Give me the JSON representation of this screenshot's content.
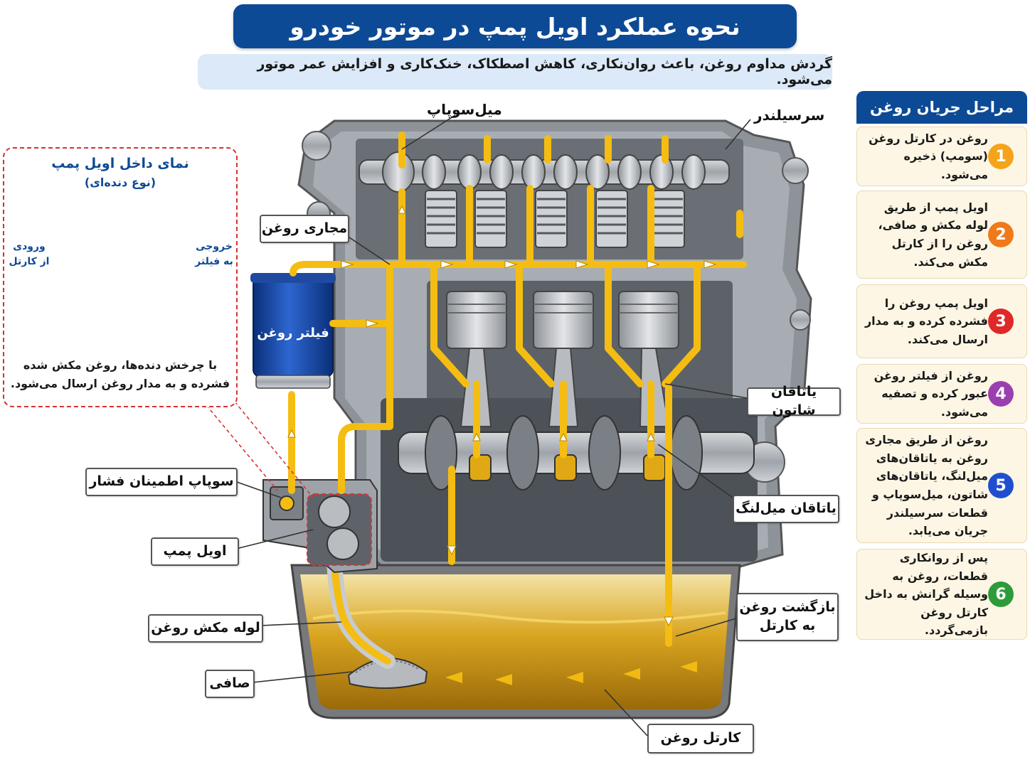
{
  "header": {
    "title": "نحوه عملکرد اویل پمپ در موتور خودرو",
    "subtitle": "گردش مداوم روغن، باعث روان‌نکاری، کاهش اصطکاک، خنک‌کاری و افزایش عمر موتور می‌شود."
  },
  "labels": {
    "camshaft": "میل‌سوپاپ",
    "cylinder_head": "سرسیلندر",
    "oil_gallery": "مجاری روغن",
    "oil_filter": "فیلتر روغن",
    "rod_bearing": "یاتاقان شاتون",
    "pressure_valve": "سوپاپ اطمینان فشار",
    "main_bearing": "یاتاقان میل‌لنگ",
    "oil_pump": "اویل پمپ",
    "return_line1": "بازگشت روغن",
    "return_line2": "به کارتل",
    "pickup_tube": "لوله مکش روغن",
    "strainer": "صافی",
    "sump": "کارتل روغن"
  },
  "inset": {
    "title1": "نمای داخل اویل پمپ",
    "title2": "(نوع دنده‌ای)",
    "inlet1": "ورودی",
    "inlet2": "از کارتل",
    "outlet1": "خروجی",
    "outlet2": "به فیلتر",
    "caption1": "با چرخش دنده‌ها، روغن مکش شده",
    "caption2": "فشرده و به مدار روغن ارسال می‌شود."
  },
  "steps": {
    "title": "مراحل جریان روغن",
    "items": [
      {
        "num": "1",
        "text": "روغن در کارتل روغن (سومپ) ذخیره می‌شود.",
        "color": "#f4a31a"
      },
      {
        "num": "2",
        "text": "اویل پمپ از طریق لوله مکش و صافی، روغن را از کارتل مکش می‌کند.",
        "color": "#f07a1a"
      },
      {
        "num": "3",
        "text": "اویل پمپ روغن را فشرده کرده و به مدار ارسال می‌کند.",
        "color": "#e02828"
      },
      {
        "num": "4",
        "text": "روغن از فیلتر روغن عبور کرده و تصفیه می‌شود.",
        "color": "#9b3fb0"
      },
      {
        "num": "5",
        "text": "روغن از طریق مجاری روغن به یاتاقان‌های میل‌لنگ، یاتاقان‌های شاتون، میل‌سوپاپ و قطعات سرسیلندر جریان می‌یابد.",
        "color": "#1f4fd0"
      },
      {
        "num": "6",
        "text": "پس از روانکاری قطعات، روغن به وسیله گرانش به داخل کارتل روغن بازمی‌گردد.",
        "color": "#2d9b3a"
      }
    ]
  },
  "colors": {
    "oil": "#f5bd12",
    "brand_blue": "#0d4a96",
    "engine_gray": "#a9adb3"
  }
}
